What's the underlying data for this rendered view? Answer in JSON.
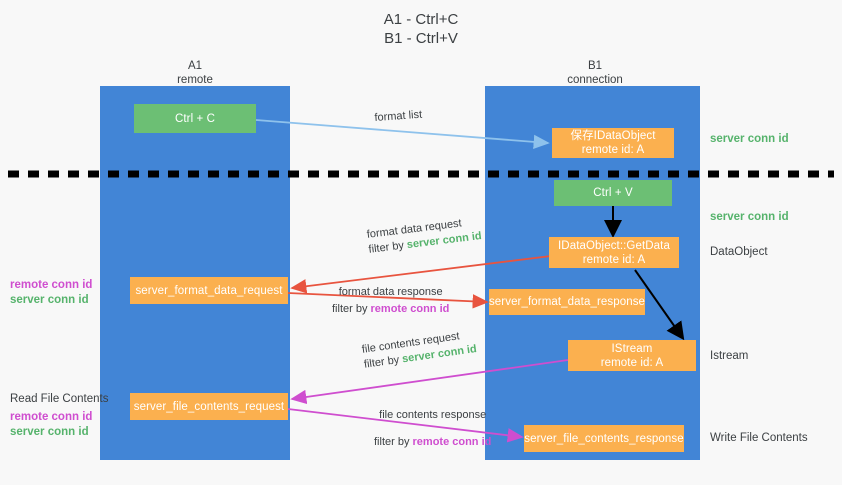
{
  "title": {
    "line1": "A1 - Ctrl+C",
    "line2": "B1 - Ctrl+V"
  },
  "columns": [
    {
      "name": "A1",
      "sub": "remote"
    },
    {
      "name": "B1",
      "sub": "connection"
    }
  ],
  "nodes": {
    "ctrl_c": "Ctrl + C",
    "ctrl_v": "Ctrl + V",
    "save_dataobject_l1": "保存IDataObject",
    "save_dataobject_l2": "remote id: A",
    "getdata_l1": "IDataObject::GetData",
    "getdata_l2": "remote id: A",
    "istream_l1": "IStream",
    "istream_l2": "remote id: A",
    "server_format_data_request": "server_format_data_request",
    "server_format_data_response": "server_format_data_response",
    "server_file_contents_request": "server_file_contents_request",
    "server_file_contents_response": "server_file_contents_response"
  },
  "edge_labels": {
    "format_list": "format list",
    "format_data_request": "format data request",
    "format_data_request_filter_prefix": "filter by ",
    "format_data_request_filter_key": "server conn id",
    "format_data_response": "format data response",
    "format_data_response_filter_prefix": "filter by ",
    "format_data_response_filter_key": "remote conn id",
    "file_contents_request": "file contents request",
    "file_contents_request_filter_prefix": "filter by ",
    "file_contents_request_filter_key": "server conn id",
    "file_contents_response": "file contents response",
    "file_contents_response_filter_prefix": "filter by ",
    "file_contents_response_filter_key": "remote conn id"
  },
  "annotations": {
    "server_conn_id_top": "server conn id",
    "server_conn_id_second": "server conn id",
    "dataobject": "DataObject",
    "istream": "Istream",
    "write_file_contents": "Write File Contents",
    "read_file_contents": "Read File Contents",
    "left_pair_1": {
      "remote": "remote conn id",
      "server": "server conn id"
    },
    "left_pair_2": {
      "remote": "remote conn id",
      "server": "server conn id"
    }
  },
  "colors": {
    "lane": "#4285d6",
    "green_node": "#6cbf74",
    "orange_node": "#fbb04f",
    "server_conn_id": "#56b36c",
    "remote_conn_id": "#cf4ecf",
    "arrow_light_blue": "#8ec2ec",
    "arrow_red": "#e8543f",
    "arrow_magenta": "#cf4ecf",
    "arrow_black": "#000000",
    "background": "#f8f8f8"
  }
}
